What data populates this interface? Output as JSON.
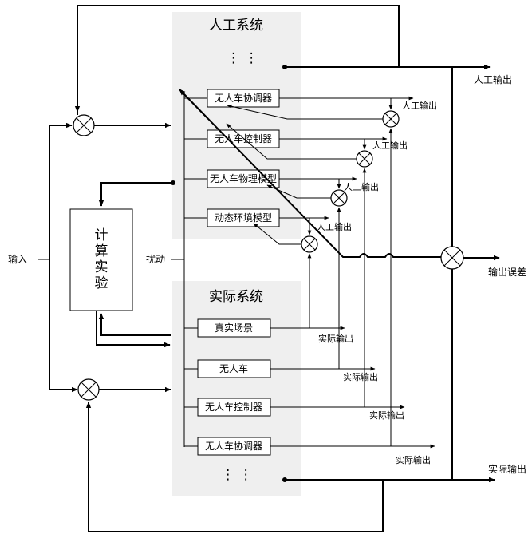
{
  "artificial_system": {
    "title": "人工系统",
    "dots": "⋮  ⋮",
    "components": [
      "无人车协调器",
      "无人车控制器",
      "无人车物理模型",
      "动态环境模型"
    ],
    "outputs": [
      "人工输出",
      "人工输出",
      "人工输出",
      "人工输出"
    ],
    "main_output": "人工输出"
  },
  "real_system": {
    "title": "实际系统",
    "dots": "⋮  ⋮",
    "components": [
      "真实场景",
      "无人车",
      "无人车控制器",
      "无人车协调器"
    ],
    "outputs": [
      "实际输出",
      "实际输出",
      "实际输出",
      "实际输出"
    ],
    "main_output": "实际输出"
  },
  "computational_experiment": {
    "label_lines": [
      "计",
      "算",
      "实",
      "验"
    ]
  },
  "labels": {
    "input": "输入",
    "disturbance": "扰动",
    "output_error": "输出误差"
  },
  "colors": {
    "panel_fill": "#efefef",
    "line": "#000000"
  }
}
